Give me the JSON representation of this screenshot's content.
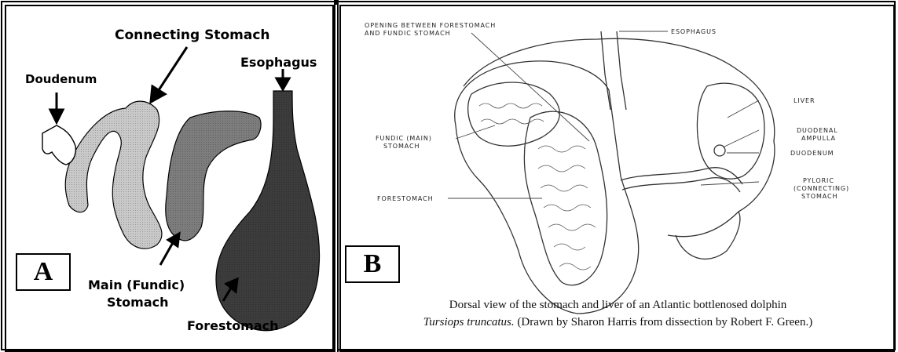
{
  "panel_a": {
    "letter": "A",
    "labels": {
      "connecting": "Connecting Stomach",
      "esophagus": "Esophagus",
      "doudenum": "Doudenum",
      "main_line1": "Main (Fundic)",
      "main_line2": "Stomach",
      "forestomach": "Forestomach"
    },
    "colors": {
      "duodenum": "#ffffff",
      "connecting": "#c9c9c9",
      "main": "#7d7d7d",
      "forestomach": "#3c3c3c"
    }
  },
  "panel_b": {
    "letter": "B",
    "labels": {
      "opening_line1": "OPENING BETWEEN FORESTOMACH",
      "opening_line2": "AND FUNDIC STOMACH",
      "esophagus": "ESOPHAGUS",
      "liver": "LIVER",
      "fundic_line1": "FUNDIC (MAIN)",
      "fundic_line2": "STOMACH",
      "duodenal_line1": "DUODENAL",
      "duodenal_line2": "AMPULLA",
      "duodenum": "DUODENUM",
      "pyloric_line1": "PYLORIC",
      "pyloric_line2": "(CONNECTING)",
      "pyloric_line3": "STOMACH",
      "forestomach": "FORESTOMACH"
    },
    "caption": {
      "line1": "Dorsal view of the stomach and liver of an Atlantic bottlenosed dolphin",
      "line2_italic": "Tursiops truncatus.",
      "line2_rest": " (Drawn by Sharon Harris from dissection by Robert F. Green.)"
    }
  }
}
